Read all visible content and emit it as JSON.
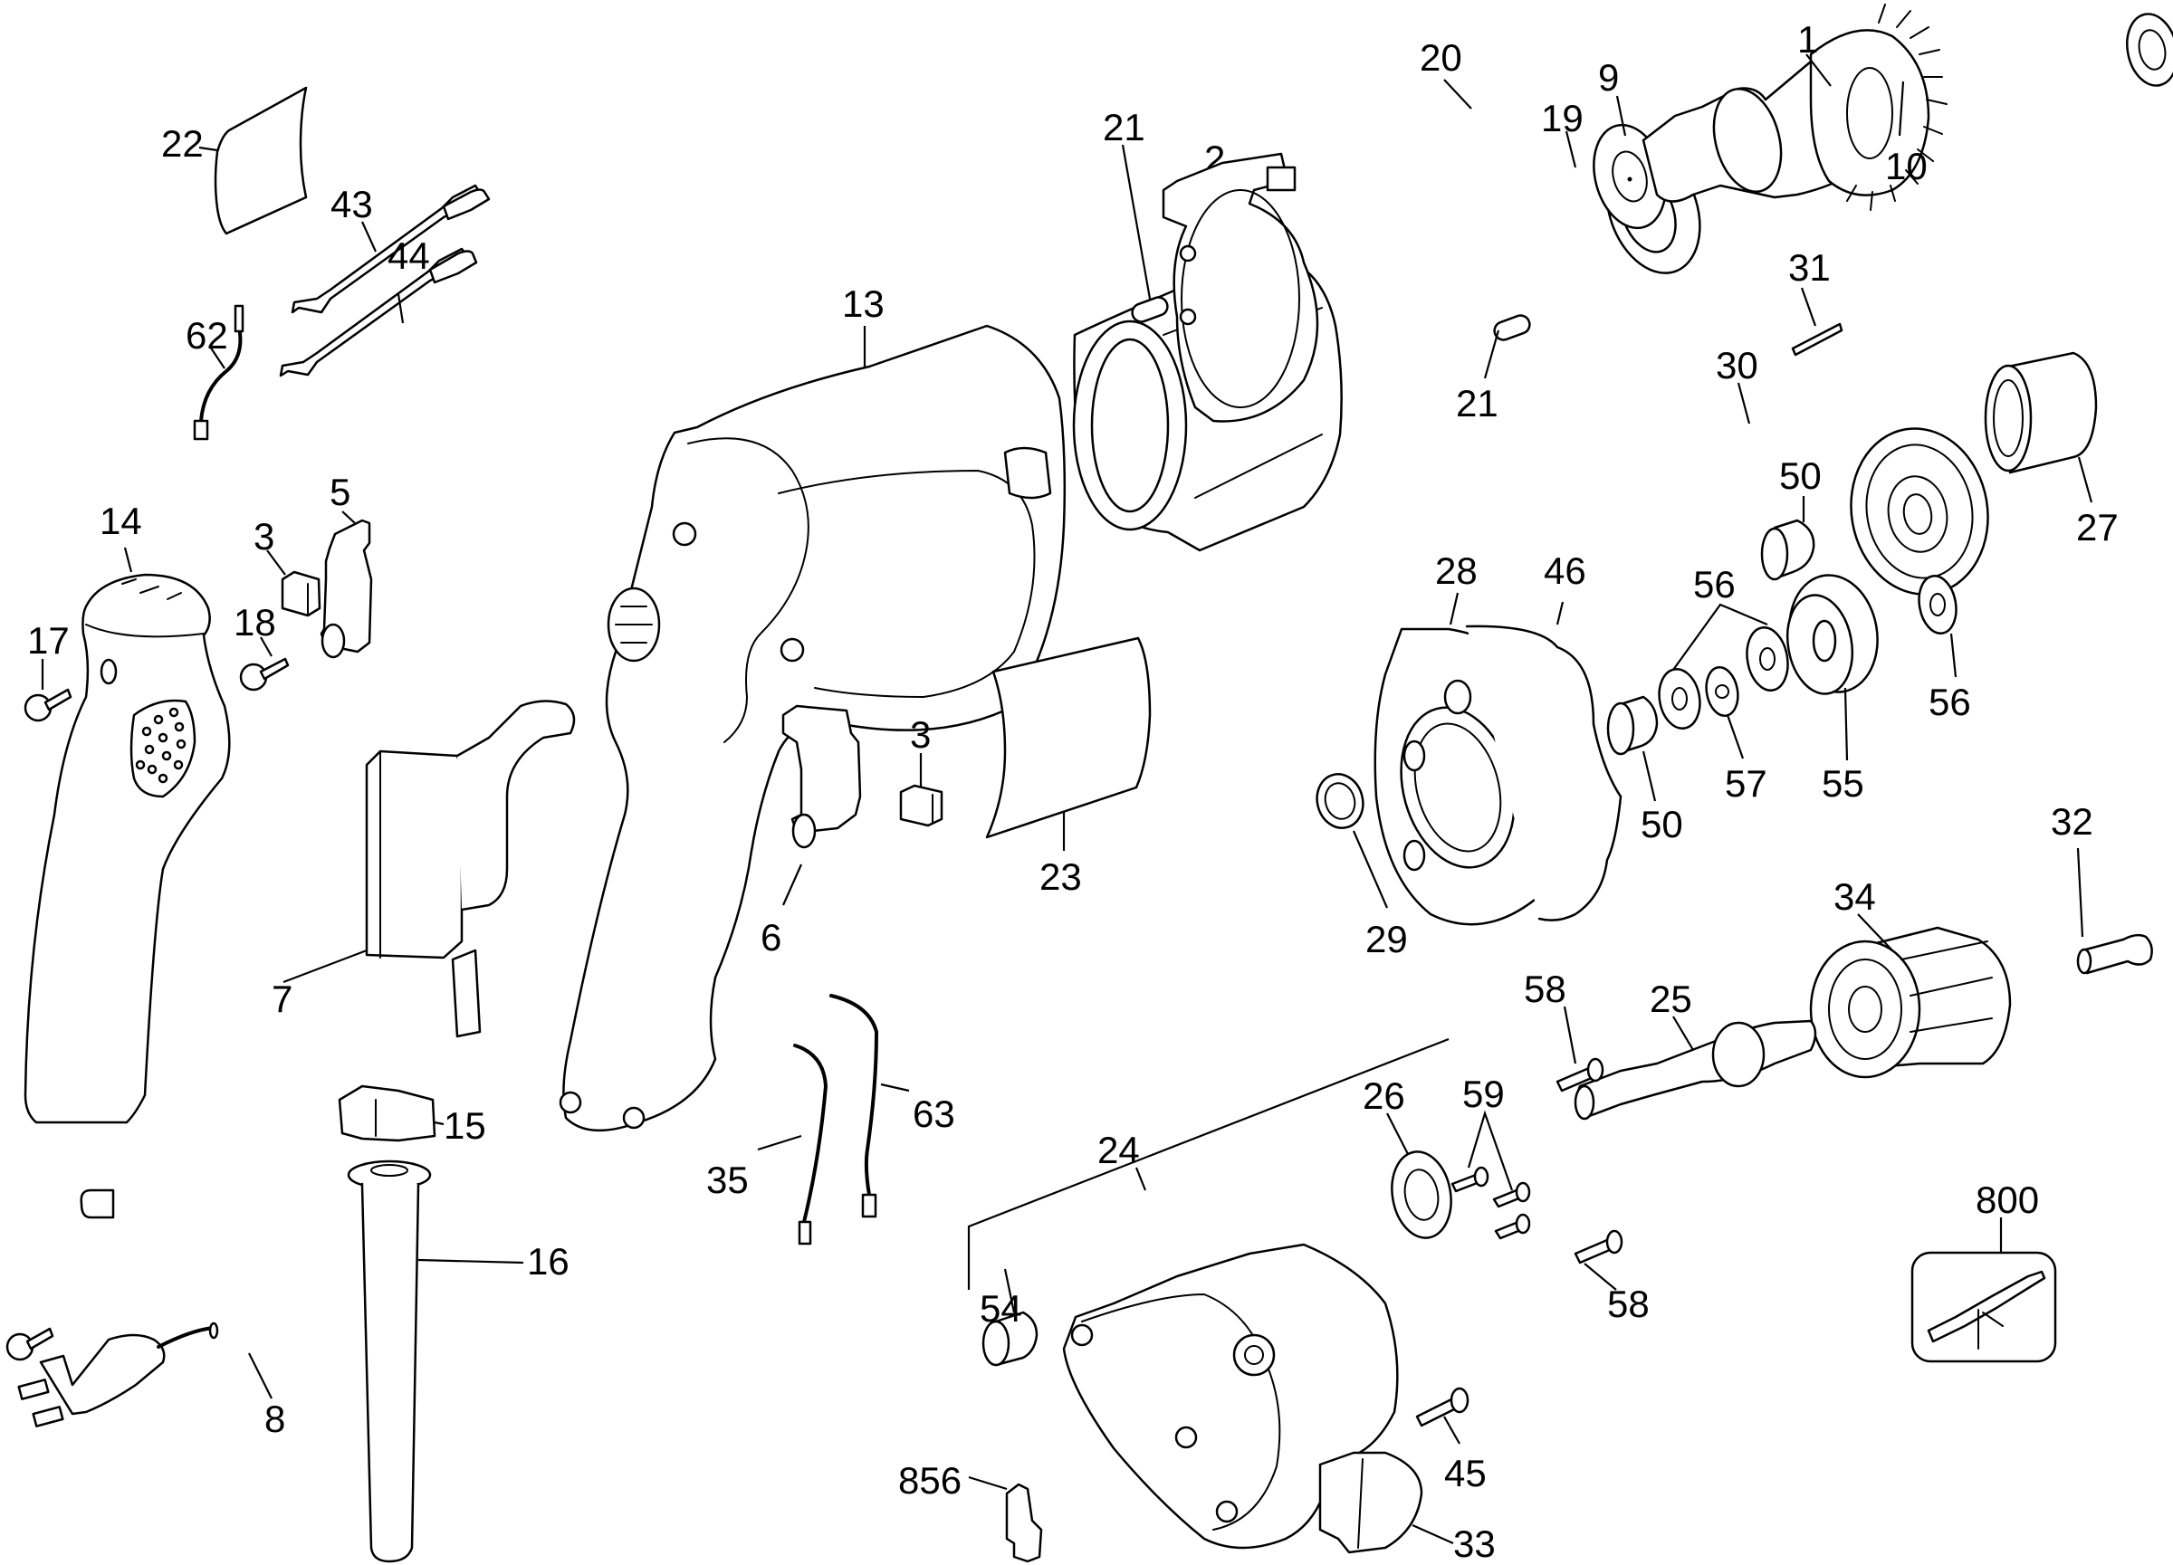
{
  "diagram": {
    "type": "exploded-parts-view",
    "subject": "electric screwdriver / drill",
    "callouts": [
      {
        "id": "p1",
        "label": "1",
        "part": "armature"
      },
      {
        "id": "p2",
        "label": "2",
        "part": "field"
      },
      {
        "id": "p3a",
        "label": "3",
        "part": "brush"
      },
      {
        "id": "p3b",
        "label": "3",
        "part": "brush"
      },
      {
        "id": "p5",
        "label": "5",
        "part": "brush holder"
      },
      {
        "id": "p6",
        "label": "6",
        "part": "brush holder"
      },
      {
        "id": "p7",
        "label": "7",
        "part": "switch"
      },
      {
        "id": "p8",
        "label": "8",
        "part": "cord set"
      },
      {
        "id": "p9",
        "label": "9",
        "part": "bearing"
      },
      {
        "id": "p10",
        "label": "10",
        "part": "bearing"
      },
      {
        "id": "p13",
        "label": "13",
        "part": "housing"
      },
      {
        "id": "p14",
        "label": "14",
        "part": "handle cover"
      },
      {
        "id": "p15",
        "label": "15",
        "part": "cord clamp"
      },
      {
        "id": "p16",
        "label": "16",
        "part": "cord protector"
      },
      {
        "id": "p17",
        "label": "17",
        "part": "screw"
      },
      {
        "id": "p18",
        "label": "18",
        "part": "screw"
      },
      {
        "id": "p19",
        "label": "19",
        "part": "baffle"
      },
      {
        "id": "p20",
        "label": "20",
        "part": "brush holder assembly"
      },
      {
        "id": "p21a",
        "label": "21",
        "part": "pin"
      },
      {
        "id": "p21b",
        "label": "21",
        "part": "pin"
      },
      {
        "id": "p22",
        "label": "22",
        "part": "label"
      },
      {
        "id": "p23",
        "label": "23",
        "part": "label"
      },
      {
        "id": "p24",
        "label": "24",
        "part": "gear case assembly"
      },
      {
        "id": "p25",
        "label": "25",
        "part": "spindle"
      },
      {
        "id": "p26",
        "label": "26",
        "part": "bearing"
      },
      {
        "id": "p27",
        "label": "27",
        "part": "clutch sleeve"
      },
      {
        "id": "p28",
        "label": "28",
        "part": "intermediate plate"
      },
      {
        "id": "p29",
        "label": "29",
        "part": "washer"
      },
      {
        "id": "p30",
        "label": "30",
        "part": "gear"
      },
      {
        "id": "p31",
        "label": "31",
        "part": "pin"
      },
      {
        "id": "p32",
        "label": "32",
        "part": "bit holder"
      },
      {
        "id": "p33",
        "label": "33",
        "part": "reverse lever"
      },
      {
        "id": "p34",
        "label": "34",
        "part": "nosepiece / clutch"
      },
      {
        "id": "p35",
        "label": "35",
        "part": "lead wire"
      },
      {
        "id": "p43",
        "label": "43",
        "part": "lead wire"
      },
      {
        "id": "p44",
        "label": "44",
        "part": "lead wire"
      },
      {
        "id": "p45",
        "label": "45",
        "part": "screw"
      },
      {
        "id": "p46",
        "label": "46",
        "part": "gasket"
      },
      {
        "id": "p50a",
        "label": "50",
        "part": "bearing"
      },
      {
        "id": "p50b",
        "label": "50",
        "part": "bearing"
      },
      {
        "id": "p54",
        "label": "54",
        "part": "needle bearing"
      },
      {
        "id": "p55",
        "label": "55",
        "part": "cluster gear"
      },
      {
        "id": "p56a",
        "label": "56",
        "part": "washer"
      },
      {
        "id": "p56b",
        "label": "56",
        "part": "washer"
      },
      {
        "id": "p57",
        "label": "57",
        "part": "retaining ring"
      },
      {
        "id": "p58a",
        "label": "58",
        "part": "screw"
      },
      {
        "id": "p58b",
        "label": "58",
        "part": "screw"
      },
      {
        "id": "p59",
        "label": "59",
        "part": "screw"
      },
      {
        "id": "p62",
        "label": "62",
        "part": "lead wire"
      },
      {
        "id": "p63",
        "label": "63",
        "part": "lead wire"
      },
      {
        "id": "p800",
        "label": "800",
        "part": "belt hook"
      },
      {
        "id": "p856",
        "label": "856",
        "part": "bracket"
      }
    ]
  }
}
